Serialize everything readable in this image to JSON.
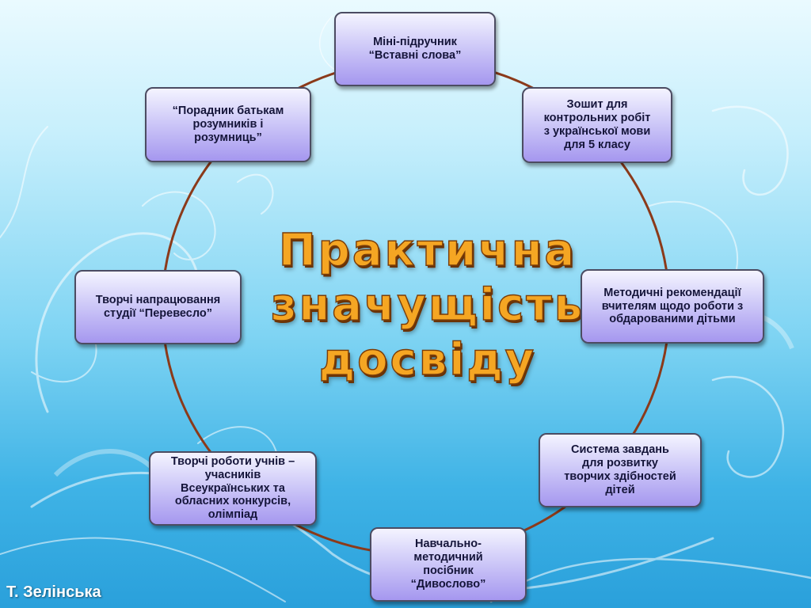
{
  "diagram": {
    "title": "Практична\nзначущість\nдосвіду",
    "items": [
      "Міні-підручник\n“Вставні слова”",
      "Зошит для\nконтрольних робіт\nз української мови\nдля 5 класу",
      "Методичні рекомендації\nвчителям щодо роботи з\nобдарованими дітьми",
      "Система завдань\nдля розвитку\nтворчих здібностей\nдітей",
      "Навчально-\nметодичний\nпосібник\n“Дивослово”",
      "Творчі роботи учнів –\nучасників\nВсеукраїнських та\nобласних конкурсів,\nолімпіад",
      "Творчі напрацювання\nстудії  “Перевесло”",
      "“Порадник батькам\nрозумників і\nрозумниць”"
    ],
    "ring_color": "#8b3a1a",
    "title_color": "#f5a623",
    "box_color": "#b4a9f2"
  },
  "author": "Т. Зелінська"
}
